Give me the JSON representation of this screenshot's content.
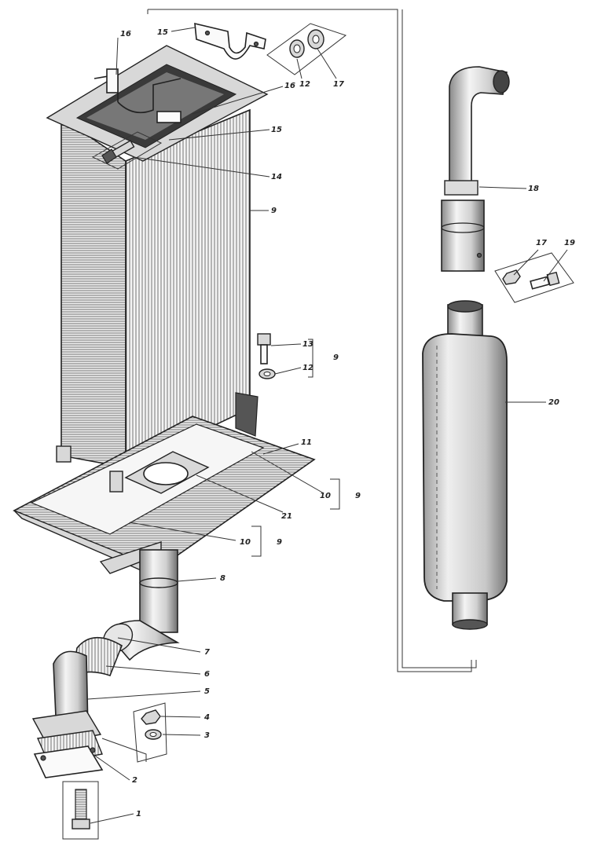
{
  "callouts": [
    {
      "id": "c1",
      "text": "1"
    },
    {
      "id": "c2",
      "text": "2"
    },
    {
      "id": "c3",
      "text": "3"
    },
    {
      "id": "c4",
      "text": "4"
    },
    {
      "id": "c5",
      "text": "5"
    },
    {
      "id": "c6",
      "text": "6"
    },
    {
      "id": "c7",
      "text": "7"
    },
    {
      "id": "c8",
      "text": "8"
    },
    {
      "id": "c9a",
      "text": "9"
    },
    {
      "id": "c9b",
      "text": "9"
    },
    {
      "id": "c9c",
      "text": "9"
    },
    {
      "id": "c9d",
      "text": "9"
    },
    {
      "id": "c10a",
      "text": "10"
    },
    {
      "id": "c10b",
      "text": "10"
    },
    {
      "id": "c11",
      "text": "11"
    },
    {
      "id": "c12a",
      "text": "12"
    },
    {
      "id": "c12b",
      "text": "12"
    },
    {
      "id": "c13",
      "text": "13"
    },
    {
      "id": "c14",
      "text": "14"
    },
    {
      "id": "c15a",
      "text": "15"
    },
    {
      "id": "c15b",
      "text": "15"
    },
    {
      "id": "c16a",
      "text": "16"
    },
    {
      "id": "c16b",
      "text": "16"
    },
    {
      "id": "c17a",
      "text": "17"
    },
    {
      "id": "c17b",
      "text": "17"
    },
    {
      "id": "c18",
      "text": "18"
    },
    {
      "id": "c19",
      "text": "19"
    },
    {
      "id": "c20",
      "text": "20"
    },
    {
      "id": "c21",
      "text": "21"
    }
  ]
}
